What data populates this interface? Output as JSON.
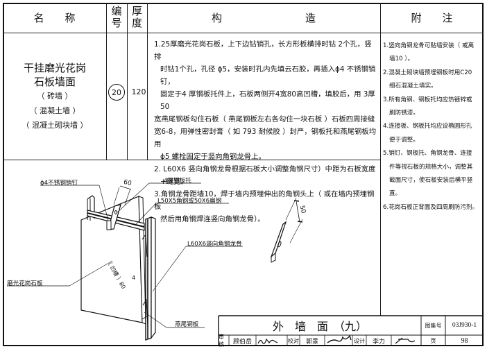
{
  "header": {
    "name_label": "名　　称",
    "number_label_1": "编",
    "number_label_2": "号",
    "thickness_label_1": "厚",
    "thickness_label_2": "度",
    "construction_label": "构　　　　　　　　造",
    "notes_label": "附　　注"
  },
  "row": {
    "name_lines": [
      "干挂磨光花岗",
      "石板墙面"
    ],
    "name_subs": [
      "（ 砖墙 ）",
      "（ 混凝土墙 ）",
      "（ 混凝土砌块墙 ）"
    ],
    "number": "20",
    "thickness": "120",
    "construction": [
      {
        "first": "1.25厚磨光花岗石板，上下边钻销孔，长方形板横排时钻 2个孔，竖排",
        "cont": [
          "时钻1个孔，孔径 ϕ5，安装时孔内先填云石胶，再插入ϕ4 不锈钢销钉，",
          "固定于4 厚钢板托件上，石板两侧开4宽80高凹槽，填胶后，用 3厚50",
          "宽燕尾钢板勾住石板（ 燕尾钢板左右各勾住一块石板 ）石板四周接缝",
          "宽6-8，用弹性密封膏（ 如 793 耐候胶 ）封严，钢板托和燕尾钢板均用",
          "ϕ5 螺栓固定于竖向角钢龙骨上。"
        ]
      },
      {
        "first": "2. L60X6 竖向角钢龙骨根据石板大小调整角钢尺寸）中距为石板宽度",
        "cont": [
          "+缝宽。"
        ]
      },
      {
        "first": "3.角钢龙骨距墙10，焊于墙内预埋伸出的角钢头上（ 或在墙内预埋钢板",
        "cont": [
          "然后用角钢焊连竖向角钢龙骨）。"
        ]
      }
    ],
    "notes": [
      {
        "first": "1.竖向角钢龙骨可贴墙安装（ 或离",
        "cont": [
          "墙10 ）。"
        ]
      },
      {
        "first": "2.混凝土砌块墙预埋钢板时用C20",
        "cont": [
          "细石混凝土填实。"
        ]
      },
      {
        "first": "3.所有角钢、钢板托均应热镀锌或",
        "cont": [
          "刷防锈漆。"
        ]
      },
      {
        "first": "4.连接板、钢板托均应设椭圆形孔",
        "cont": [
          "便于调整。"
        ]
      },
      {
        "first": "5.销钉、钢板托、角钢龙骨、连接",
        "cont": [
          "件等视石板的规格大小，调整其",
          "截面尺寸，使石板安装后横平竖",
          "直。"
        ]
      },
      {
        "first": "6.花岗石板正背面及四周刷防污剂。",
        "cont": []
      }
    ]
  },
  "drawing": {
    "labels": {
      "pin": "ϕ4不锈钢销钉",
      "bracket": "4厚钢板托",
      "angle_horizontal": "L50X5角钢或50X6扁钢",
      "angle_vertical": "L60X6竖向角钢龙骨",
      "stone": "磨光花岗石板",
      "dovetail": "燕尾钢板",
      "groove": "（ 凹槽 ）80",
      "groove_width": "4",
      "dim_60": "60",
      "dim_50": "50"
    }
  },
  "title_block": {
    "title": "外　墙　面　（九）",
    "atlas_label": "图集号",
    "atlas_number": "03J930-1",
    "review_label": "审核",
    "reviewer": "顾伯岳",
    "check_label": "校对",
    "checker": "郭景",
    "design_label": "设计",
    "designer": "李力",
    "page_label": "页",
    "page_number": "98"
  }
}
